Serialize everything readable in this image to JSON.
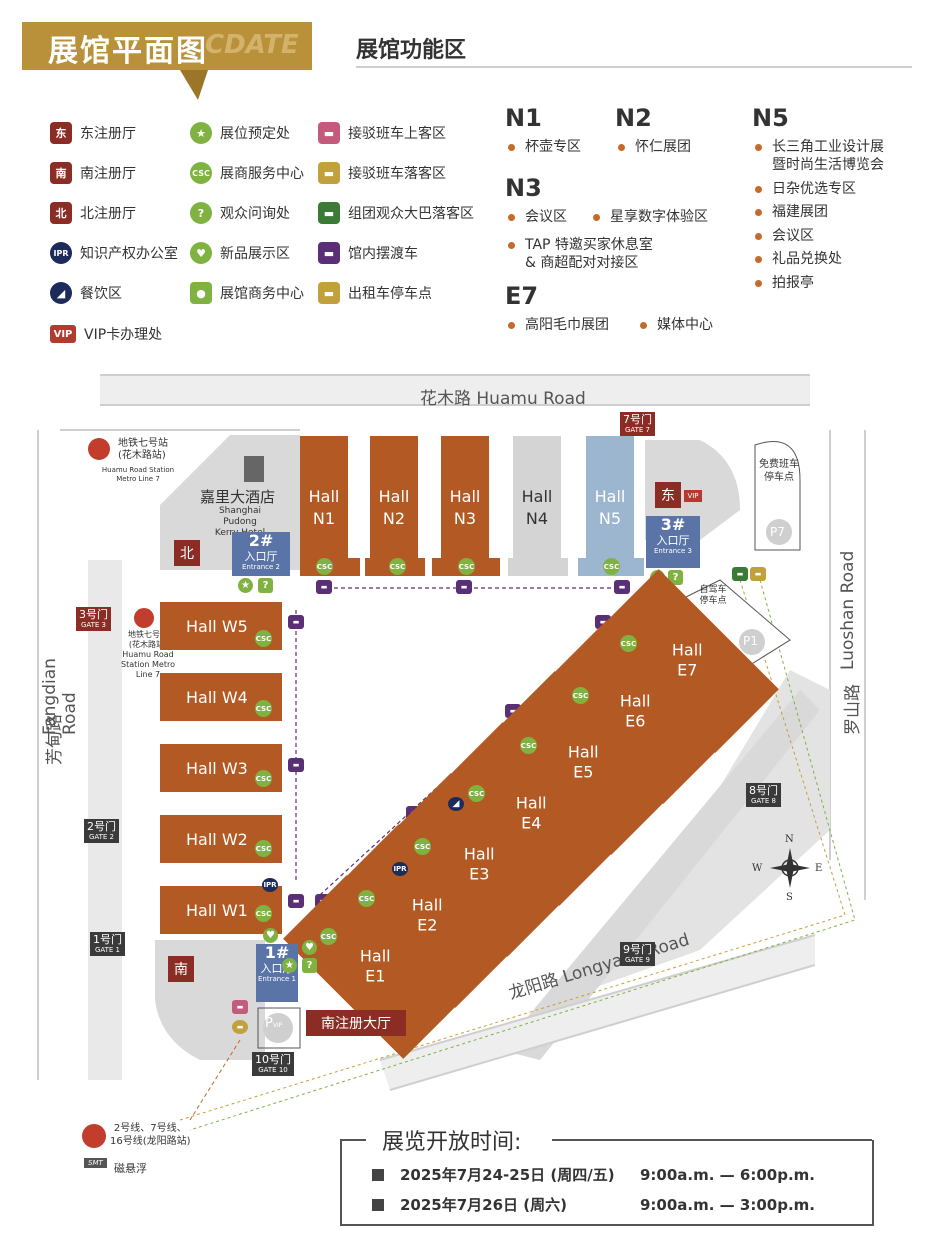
{
  "header": {
    "title": "展馆平面图",
    "ghost_text": "CDATE",
    "section_title": "展馆功能区"
  },
  "legend": [
    {
      "icon": "東-badge",
      "glyph": "东",
      "label": "东注册厅",
      "color": "#8b2d24"
    },
    {
      "icon": "南-badge",
      "glyph": "南",
      "label": "南注册厅",
      "color": "#8b2d24"
    },
    {
      "icon": "北-badge",
      "glyph": "北",
      "label": "北注册厅",
      "color": "#8b2d24"
    },
    {
      "icon": "ipr-badge",
      "glyph": "IPR",
      "label": "知识产权办公室",
      "color": "#1d2b5b"
    },
    {
      "icon": "food-icon",
      "glyph": "◢",
      "label": "餐饮区",
      "color": "#1d2b5b"
    },
    {
      "icon": "vip-badge",
      "glyph": "VIP",
      "label": "VIP卡办理处",
      "color": "#b23a2e"
    },
    {
      "icon": "star-icon",
      "glyph": "★",
      "label": "展位预定处",
      "color": "#7fb241"
    },
    {
      "icon": "csc-badge",
      "glyph": "CSC",
      "label": "展商服务中心",
      "color": "#7fb241"
    },
    {
      "icon": "question-icon",
      "glyph": "?",
      "label": "观众问询处",
      "color": "#7fb241"
    },
    {
      "icon": "heart-icon",
      "glyph": "♥",
      "label": "新品展示区",
      "color": "#7fb241"
    },
    {
      "icon": "person-icon",
      "glyph": "●",
      "label": "展馆商务中心",
      "color": "#7fb241"
    },
    {
      "icon": "shuttle-pickup-icon",
      "glyph": "▬",
      "label": "接驳班车上客区",
      "color": "#c45b7c"
    },
    {
      "icon": "shuttle-dropoff-icon",
      "glyph": "▬",
      "label": "接驳班车落客区",
      "color": "#c3a03e"
    },
    {
      "icon": "group-bus-icon",
      "glyph": "▬",
      "label": "组团观众大巴落客区",
      "color": "#3c7a37"
    },
    {
      "icon": "inner-shuttle-icon",
      "glyph": "▬",
      "label": "馆内摆渡车",
      "color": "#5a2f75"
    },
    {
      "icon": "taxi-icon",
      "glyph": "▬",
      "label": "出租车停车点",
      "color": "#c3a03e"
    }
  ],
  "zones": {
    "N1": {
      "name": "N1",
      "items": [
        "杯壶专区"
      ]
    },
    "N2": {
      "name": "N2",
      "items": [
        "怀仁展团"
      ]
    },
    "N3": {
      "name": "N3",
      "items": [
        "会议区",
        "星享数字体验区",
        "TAP 特邀买家休息室",
        "& 商超配对对接区"
      ]
    },
    "E7": {
      "name": "E7",
      "items": [
        "高阳毛巾展团",
        "媒体中心"
      ]
    },
    "N5": {
      "name": "N5",
      "items": [
        "长三角工业设计展",
        "暨时尚生活博览会",
        "日杂优选专区",
        "福建展团",
        "会议区",
        "礼品兑换处",
        "拍报亭"
      ]
    }
  },
  "map": {
    "roads": {
      "top": "花木路  Huamu Road",
      "left_cn": "芳甸路",
      "left_en": "Fangdian Road",
      "right_cn": "罗山路",
      "right_en": "Luoshan Road",
      "bottom": "龙阳路  Longyang Road"
    },
    "north_halls": [
      {
        "hall": "Hall",
        "code": "N1"
      },
      {
        "hall": "Hall",
        "code": "N2"
      },
      {
        "hall": "Hall",
        "code": "N3"
      },
      {
        "hall": "Hall",
        "code": "N4"
      },
      {
        "hall": "Hall",
        "code": "N5"
      }
    ],
    "west_halls": [
      "Hall  W5",
      "Hall  W4",
      "Hall  W3",
      "Hall  W2",
      "Hall  W1"
    ],
    "east_halls": [
      {
        "hall": "Hall",
        "code": "E1"
      },
      {
        "hall": "Hall",
        "code": "E2"
      },
      {
        "hall": "Hall",
        "code": "E3"
      },
      {
        "hall": "Hall",
        "code": "E4"
      },
      {
        "hall": "Hall",
        "code": "E5"
      },
      {
        "hall": "Hall",
        "code": "E6"
      },
      {
        "hall": "Hall",
        "code": "E7"
      }
    ],
    "gates": {
      "g7": {
        "cn": "7号门",
        "en": "GATE 7"
      },
      "g3": {
        "cn": "3号门",
        "en": "GATE 3"
      },
      "g2": {
        "cn": "2号门",
        "en": "GATE 2"
      },
      "g1": {
        "cn": "1号门",
        "en": "GATE 1"
      },
      "g8": {
        "cn": "8号门",
        "en": "GATE 8"
      },
      "g9": {
        "cn": "9号门",
        "en": "GATE 9"
      },
      "g10": {
        "cn": "10号门",
        "en": "GATE 10"
      }
    },
    "entrances": {
      "e1": {
        "num": "1#",
        "cn": "入口厅",
        "en": "Entrance 1"
      },
      "e2": {
        "num": "2#",
        "cn": "入口厅",
        "en": "Entrance 2"
      },
      "e3": {
        "num": "3#",
        "cn": "入口厅",
        "en": "Entrance 3"
      }
    },
    "labels": {
      "metro_top_cn": "地铁七号站",
      "metro_top_cn2": "(花木路站)",
      "metro_top_en": "Huamu Road Station",
      "metro_top_en2": "Metro Line 7",
      "metro_left_cn": "地铁七号站",
      "metro_left_cn2": "(花木路站)",
      "metro_left_en": "Huamu Road",
      "metro_left_en2": "Station Metro",
      "metro_left_en3": "Line 7",
      "hotel_cn": "嘉里大酒店",
      "hotel_en": "Shanghai Pudong",
      "hotel_en2": "Kerry Hotel",
      "north_reg": "北",
      "east_reg": "东",
      "south_reg": "南",
      "south_hall_label": "南注册大厅",
      "free_shuttle": "免费班车",
      "free_shuttle2": "停车点",
      "self_drive": "自驾车",
      "self_drive2": "停车点",
      "p7": "P7",
      "p1": "P1",
      "pvip": "P",
      "pvip_sub": "VIP",
      "metro_bottom_1": "2号线、7号线、",
      "metro_bottom_2": "16号线(龙阳路站)",
      "maglev": "磁悬浮",
      "maglev_logo": "SMT",
      "compass_n": "N",
      "compass_s": "S",
      "compass_e": "E",
      "compass_w": "W",
      "vip": "VIP",
      "csc": "CSC",
      "ipr": "IPR"
    }
  },
  "hours": {
    "title": "展览开放时间:",
    "rows": [
      {
        "date": "2025年7月24-25日  (周四/五)",
        "time": "9:00a.m. — 6:00p.m."
      },
      {
        "date": "2025年7月26日  (周六)",
        "time": "9:00a.m. — 3:00p.m."
      }
    ]
  }
}
